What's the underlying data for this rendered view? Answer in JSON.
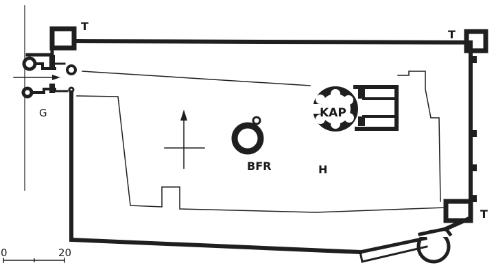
{
  "labels": {
    "tower_nw": "T",
    "tower_ne": "T",
    "tower_se": "T",
    "gate": "G",
    "chapel": "KAP",
    "keep": "BFR",
    "court": "H"
  },
  "scale": {
    "start": "0",
    "end": "20"
  },
  "colors": {
    "ink": "#1f1f1f",
    "paper": "#ffffff"
  },
  "icons": {
    "north_arrow": "north-arrow-icon",
    "entrance_arrow": "entrance-arrow-icon"
  }
}
